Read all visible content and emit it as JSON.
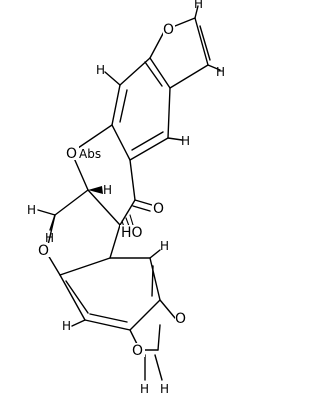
{
  "molecule": {
    "atom_labels": {
      "furan_o": "O",
      "ring_o_upper": "O",
      "abs_tag": "Abs",
      "carbonyl_o": "O",
      "ring_o_lower": "O",
      "dioxole_o_upper": "O",
      "dioxole_o_lower": "O",
      "hydroxyl": "HO"
    },
    "hydrogen_labels": {
      "h_furan_top": "H",
      "h_furan_right": "H",
      "h_aromatic_upper_left": "H",
      "h_aromatic_upper_right": "H",
      "h_ring_junction": "H",
      "h_ch2_left": "H",
      "h_ch2_bottom": "H",
      "h_aromatic_lower_right": "H",
      "h_aromatic_lower_left": "H",
      "h_dioxole_left": "H",
      "h_dioxole_right": "H"
    }
  }
}
